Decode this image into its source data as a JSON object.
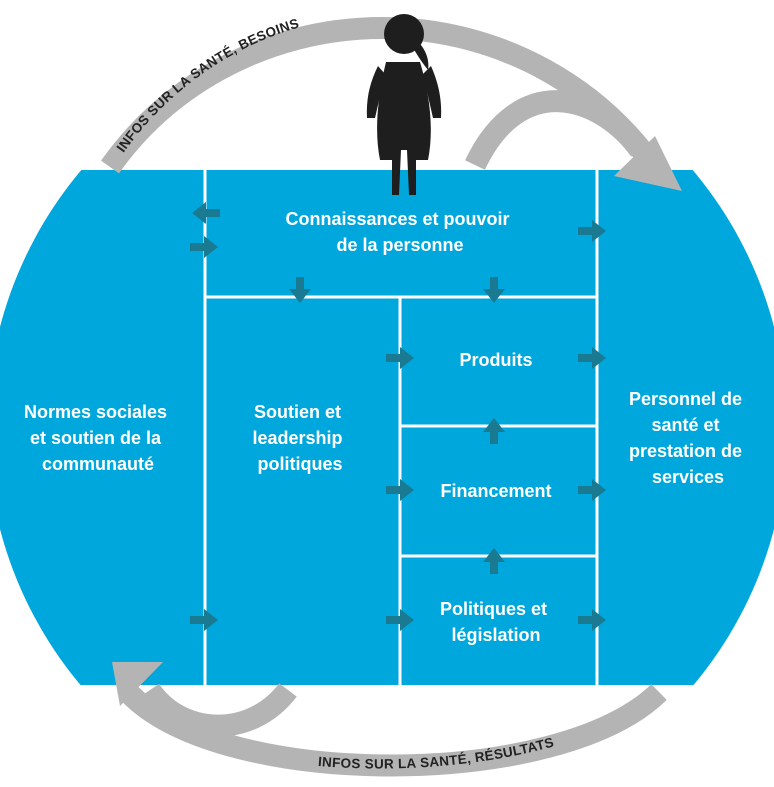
{
  "colors": {
    "background": "#ffffff",
    "fill": "#00a7dc",
    "divider": "#ffffff",
    "arrow": "#1a7a91",
    "cycle_arrow": "#b4b4b4",
    "person": "#1e1e1e"
  },
  "icons": {
    "person": "woman-person-icon"
  },
  "top_cycle_label": "INFOS SUR LA SANTÉ, BESOINS",
  "bottom_cycle_label": "INFOS SUR LA SANTÉ, RÉSULTATS",
  "boxes": {
    "individual": [
      "Connaissances et pouvoir",
      "de la personne"
    ],
    "community": [
      "Normes sociales",
      "et soutien de la",
      "communauté"
    ],
    "political": [
      "Soutien et",
      "leadership",
      "politiques"
    ],
    "products": [
      "Produits"
    ],
    "financing": [
      "Financement"
    ],
    "policies": [
      "Politiques et",
      "législation"
    ],
    "health_workforce": [
      "Personnel de",
      "santé et",
      "prestation de",
      "services"
    ]
  }
}
